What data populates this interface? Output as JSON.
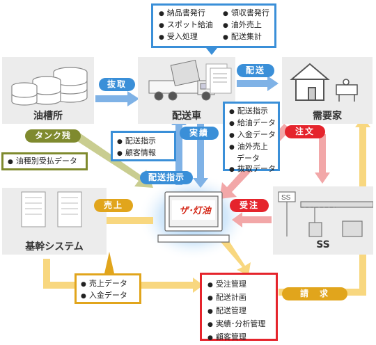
{
  "nodes": {
    "yusoujo": "油槽所",
    "haisosha": "配送車",
    "juyouka": "需要家",
    "kikan": "基幹システム",
    "ss": "SS"
  },
  "labels": {
    "nukitori": "抜取",
    "haiso": "配送",
    "jisseki": "実績",
    "chumon": "注文",
    "tank_zan": "タンク残",
    "haiso_shiji": "配送指示",
    "uriage": "売上",
    "juchu": "受注",
    "seikyu": "請　求"
  },
  "callouts": {
    "top": [
      "納品書発行",
      "スポット給油",
      "受入処理",
      "領収書発行",
      "油外売上",
      "配送集計"
    ],
    "vehicle_data": [
      "配送指示",
      "給油データ",
      "入金データ",
      "油外売上",
      "データ",
      "抜取データ"
    ],
    "haiso_input": [
      "配送指示",
      "顧客情報"
    ],
    "oil_data": [
      "油種別受払データ"
    ],
    "sales": [
      "売上データ",
      "入金データ"
    ],
    "features": [
      "受注管理",
      "配送計画",
      "配送管理",
      "実績･分析管理",
      "顧客管理"
    ]
  },
  "logo_text": "ザ･灯油",
  "ss_sign": "SS",
  "colors": {
    "blue": "#3a8fd8",
    "red": "#e5242c",
    "olive": "#7f8a2e",
    "gold": "#e1a51c",
    "arrow_blue": "#7fb2e6",
    "arrow_pink": "#f2a7a8",
    "arrow_olive": "#c9cd90",
    "arrow_yellow": "#f8d77f"
  }
}
